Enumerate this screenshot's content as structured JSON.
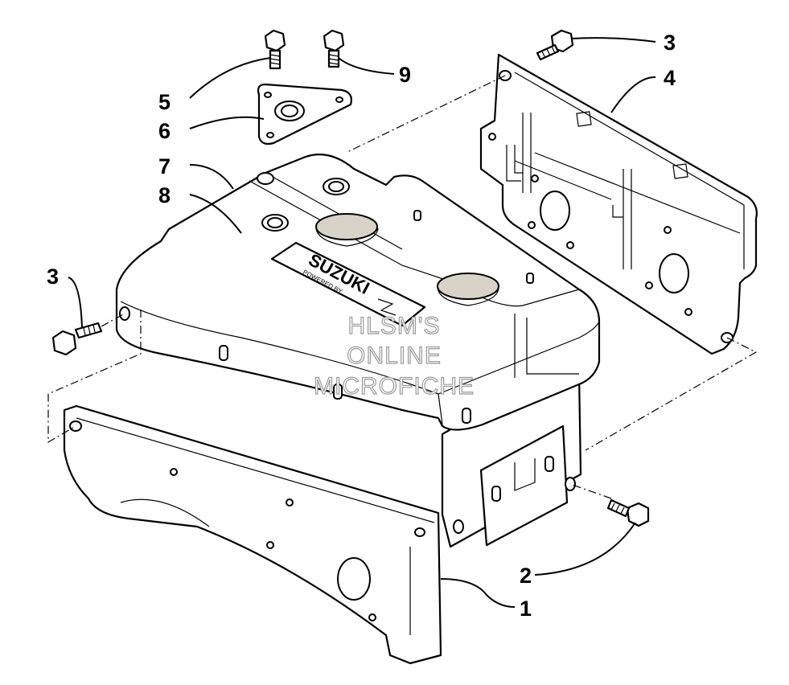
{
  "callouts": {
    "c1": "1",
    "c2": "2",
    "c3_left": "3",
    "c3_right": "3",
    "c4": "4",
    "c5": "5",
    "c6": "6",
    "c7": "7",
    "c8": "8",
    "c9": "9"
  },
  "logo": {
    "brand": "SUZUKI",
    "sub": "POWERED BY"
  },
  "watermark": {
    "line1": "HLSM'S",
    "line2": "ONLINE",
    "line3": "MICROFICHE"
  },
  "colors": {
    "line": "#000000",
    "background": "#ffffff",
    "watermark_outline": "#9a9a9a",
    "grommet_fill": "#d8d2c8"
  }
}
